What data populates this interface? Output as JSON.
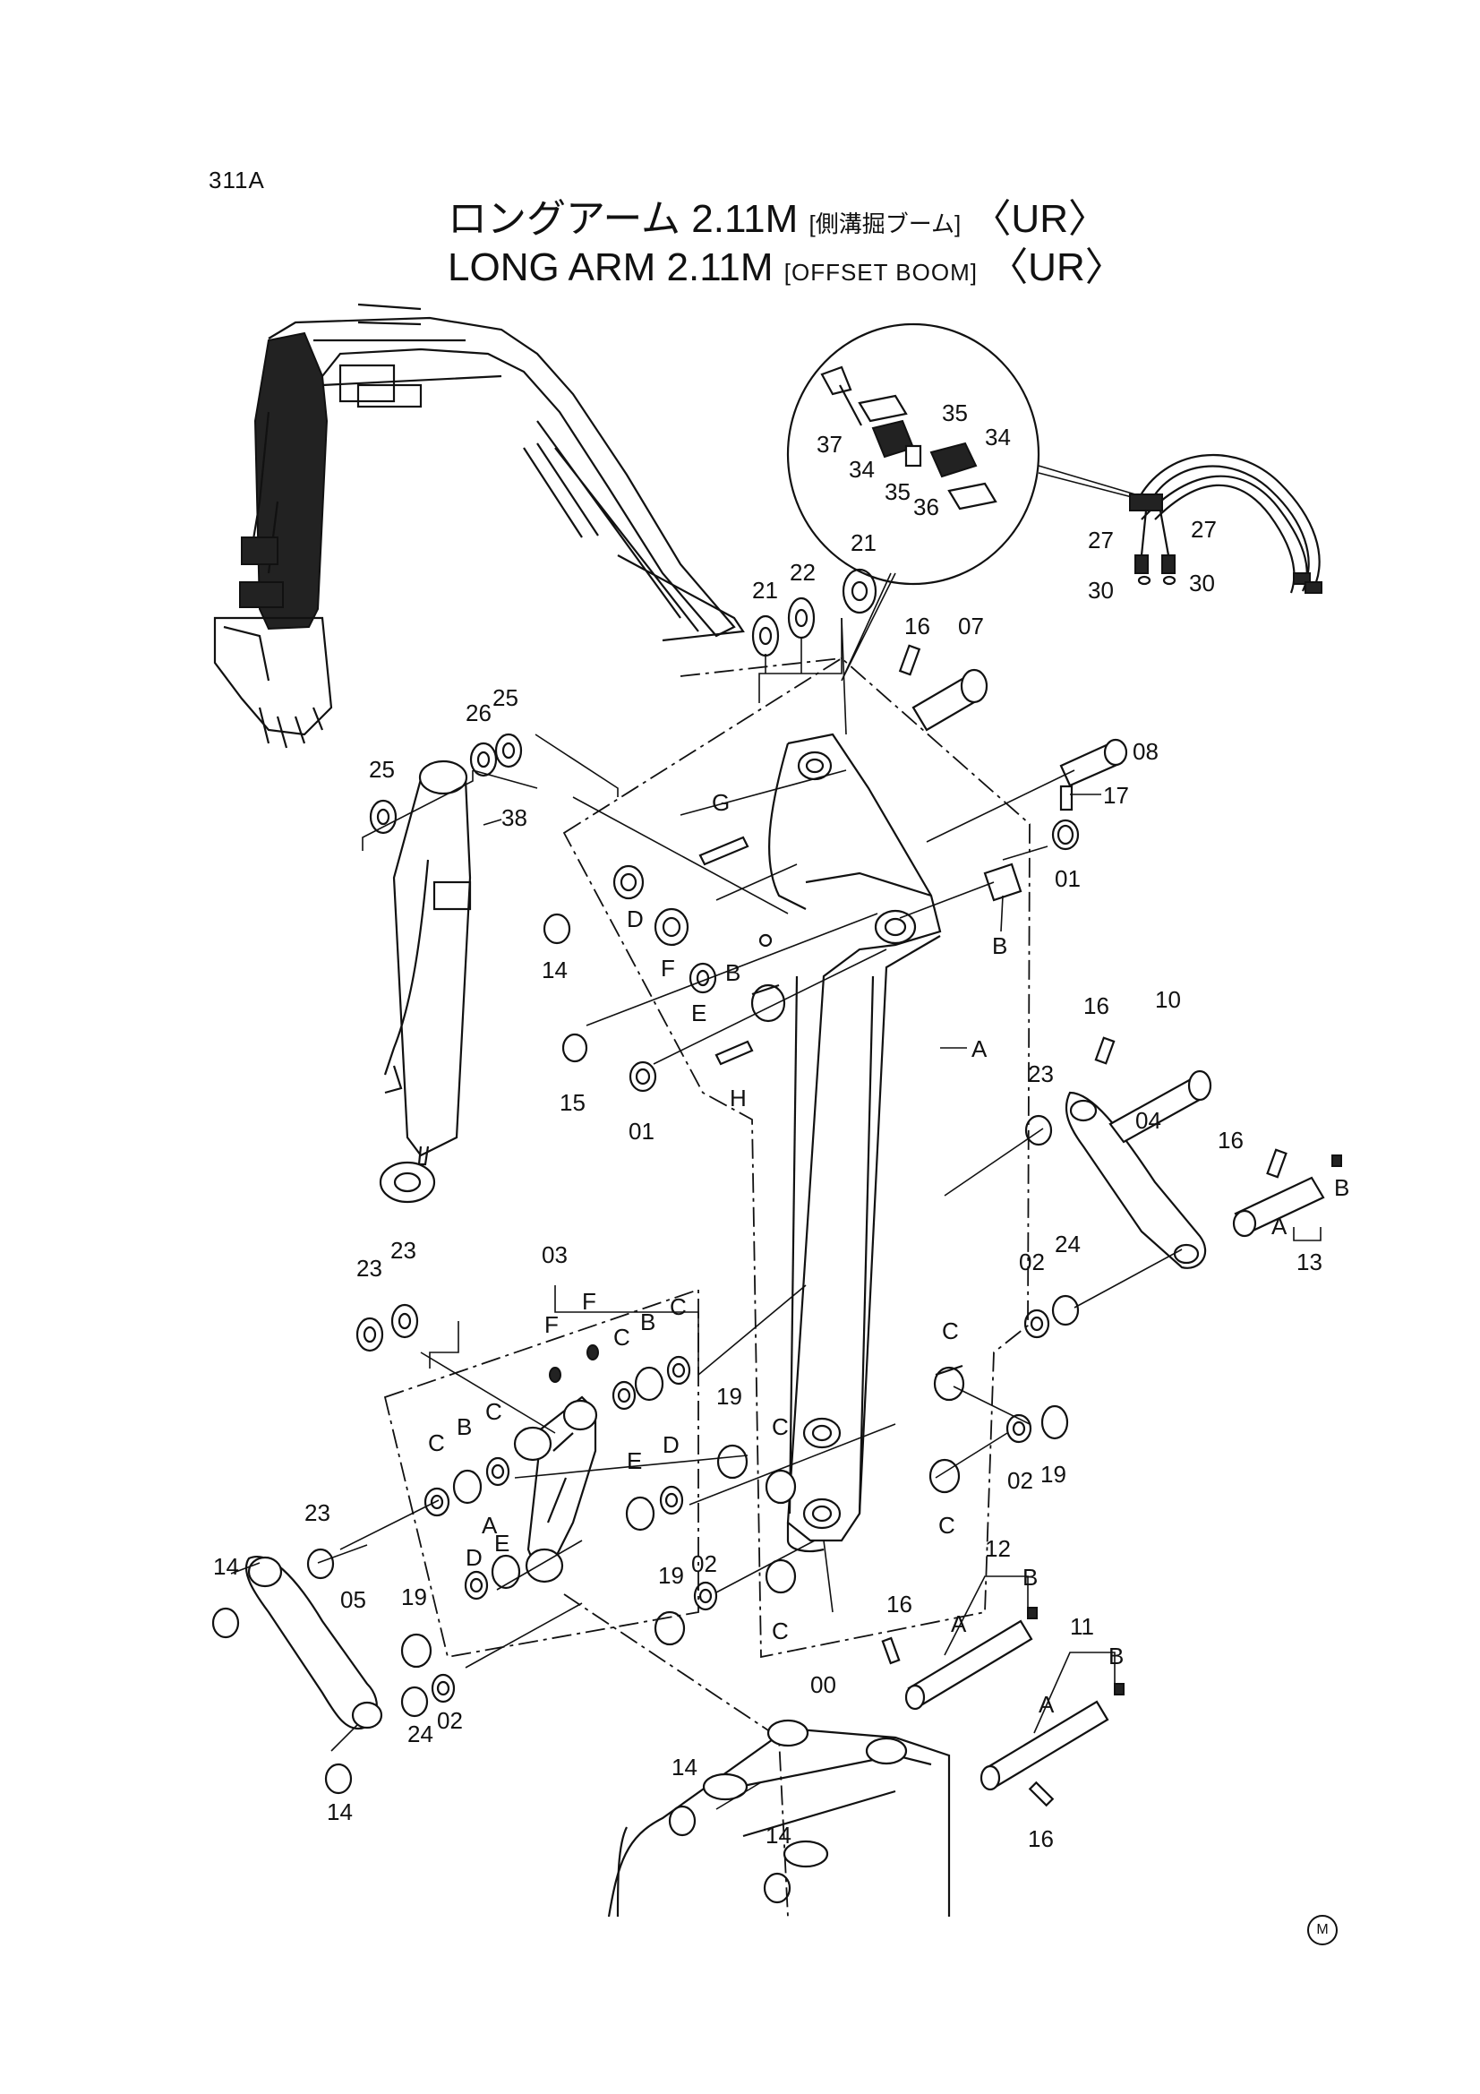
{
  "page": {
    "number": "311A",
    "title_jp_main": "ロングアーム 2.11M",
    "title_jp_note": "[側溝掘ブーム]",
    "title_jp_code": "〈UR〉",
    "title_en_main": "LONG ARM 2.11M",
    "title_en_note": "[OFFSET BOOM]",
    "title_en_code": "〈UR〉",
    "mark": "M"
  },
  "labels": [
    {
      "id": "37",
      "text": "37"
    },
    {
      "id": "34a",
      "text": "34"
    },
    {
      "id": "35a",
      "text": "35"
    },
    {
      "id": "36",
      "text": "36"
    },
    {
      "id": "35b",
      "text": "35"
    },
    {
      "id": "34b",
      "text": "34"
    },
    {
      "id": "27a",
      "text": "27"
    },
    {
      "id": "27b",
      "text": "27"
    },
    {
      "id": "30a",
      "text": "30"
    },
    {
      "id": "30b",
      "text": "30"
    },
    {
      "id": "21a",
      "text": "21"
    },
    {
      "id": "22",
      "text": "22"
    },
    {
      "id": "21b",
      "text": "21"
    },
    {
      "id": "16a",
      "text": "16"
    },
    {
      "id": "07",
      "text": "07"
    },
    {
      "id": "08",
      "text": "08"
    },
    {
      "id": "17",
      "text": "17"
    },
    {
      "id": "26",
      "text": "26"
    },
    {
      "id": "25a",
      "text": "25"
    },
    {
      "id": "25b",
      "text": "25"
    },
    {
      "id": "38",
      "text": "38"
    },
    {
      "id": "G",
      "text": "G"
    },
    {
      "id": "D1",
      "text": "D"
    },
    {
      "id": "F1",
      "text": "F"
    },
    {
      "id": "E1",
      "text": "E"
    },
    {
      "id": "B1",
      "text": "B"
    },
    {
      "id": "B2",
      "text": "B"
    },
    {
      "id": "14a",
      "text": "14"
    },
    {
      "id": "15",
      "text": "15"
    },
    {
      "id": "01a",
      "text": "01"
    },
    {
      "id": "01b",
      "text": "01"
    },
    {
      "id": "H",
      "text": "H"
    },
    {
      "id": "A1",
      "text": "A"
    },
    {
      "id": "16b",
      "text": "16"
    },
    {
      "id": "10",
      "text": "10"
    },
    {
      "id": "23a",
      "text": "23"
    },
    {
      "id": "04",
      "text": "04"
    },
    {
      "id": "16c",
      "text": "16"
    },
    {
      "id": "B3",
      "text": "B"
    },
    {
      "id": "A2",
      "text": "A"
    },
    {
      "id": "13",
      "text": "13"
    },
    {
      "id": "23b",
      "text": "23"
    },
    {
      "id": "23c",
      "text": "23"
    },
    {
      "id": "03",
      "text": "03"
    },
    {
      "id": "F2",
      "text": "F"
    },
    {
      "id": "F3",
      "text": "F"
    },
    {
      "id": "C1",
      "text": "C"
    },
    {
      "id": "B4",
      "text": "B"
    },
    {
      "id": "C2",
      "text": "C"
    },
    {
      "id": "02a",
      "text": "02"
    },
    {
      "id": "24a",
      "text": "24"
    },
    {
      "id": "C3",
      "text": "C"
    },
    {
      "id": "C4",
      "text": "C"
    },
    {
      "id": "B5",
      "text": "B"
    },
    {
      "id": "C5",
      "text": "C"
    },
    {
      "id": "19a",
      "text": "19"
    },
    {
      "id": "E2",
      "text": "E"
    },
    {
      "id": "D2",
      "text": "D"
    },
    {
      "id": "C6",
      "text": "C"
    },
    {
      "id": "02b",
      "text": "02"
    },
    {
      "id": "19b",
      "text": "19"
    },
    {
      "id": "C7",
      "text": "C"
    },
    {
      "id": "23d",
      "text": "23"
    },
    {
      "id": "A3",
      "text": "A"
    },
    {
      "id": "D3",
      "text": "D"
    },
    {
      "id": "E3",
      "text": "E"
    },
    {
      "id": "14b",
      "text": "14"
    },
    {
      "id": "05",
      "text": "05"
    },
    {
      "id": "19c",
      "text": "19"
    },
    {
      "id": "19d",
      "text": "19"
    },
    {
      "id": "02c",
      "text": "02"
    },
    {
      "id": "C8",
      "text": "C"
    },
    {
      "id": "16d",
      "text": "16"
    },
    {
      "id": "12",
      "text": "12"
    },
    {
      "id": "B6",
      "text": "B"
    },
    {
      "id": "A4",
      "text": "A"
    },
    {
      "id": "11",
      "text": "11"
    },
    {
      "id": "B7",
      "text": "B"
    },
    {
      "id": "A5",
      "text": "A"
    },
    {
      "id": "00",
      "text": "00"
    },
    {
      "id": "24b",
      "text": "24"
    },
    {
      "id": "02d",
      "text": "02"
    },
    {
      "id": "14c",
      "text": "14"
    },
    {
      "id": "14d",
      "text": "14"
    },
    {
      "id": "14e",
      "text": "14"
    },
    {
      "id": "16e",
      "text": "16"
    }
  ]
}
